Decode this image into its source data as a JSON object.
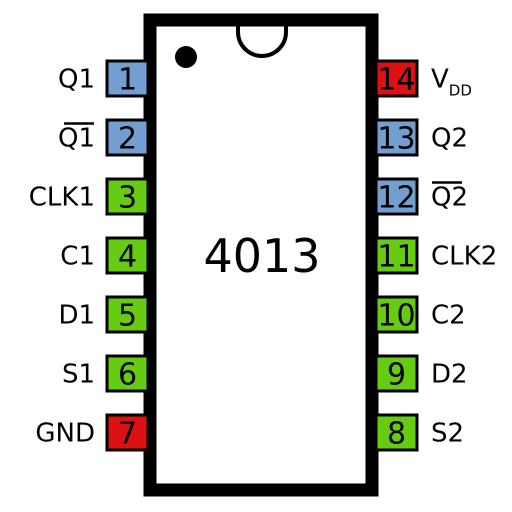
{
  "chip": {
    "part_number": "4013"
  },
  "colors": {
    "supply": "#dd1111",
    "output": "#729fcf",
    "input": "#66cc11",
    "body_fill": "#ffffff",
    "body_stroke": "#000000"
  },
  "pins_left": [
    {
      "number": "1",
      "label": "Q1",
      "overbar": false,
      "kind": "output"
    },
    {
      "number": "2",
      "label": "Q1",
      "overbar": true,
      "kind": "output"
    },
    {
      "number": "3",
      "label": "CLK1",
      "overbar": false,
      "kind": "input"
    },
    {
      "number": "4",
      "label": "C1",
      "overbar": false,
      "kind": "input"
    },
    {
      "number": "5",
      "label": "D1",
      "overbar": false,
      "kind": "input"
    },
    {
      "number": "6",
      "label": "S1",
      "overbar": false,
      "kind": "input"
    },
    {
      "number": "7",
      "label": "GND",
      "overbar": false,
      "kind": "supply"
    }
  ],
  "pins_right": [
    {
      "number": "14",
      "label": "V",
      "sub": "DD",
      "overbar": false,
      "kind": "supply"
    },
    {
      "number": "13",
      "label": "Q2",
      "overbar": false,
      "kind": "output"
    },
    {
      "number": "12",
      "label": "Q2",
      "overbar": true,
      "kind": "output"
    },
    {
      "number": "11",
      "label": "CLK2",
      "overbar": false,
      "kind": "input"
    },
    {
      "number": "10",
      "label": "C2",
      "overbar": false,
      "kind": "input"
    },
    {
      "number": "9",
      "label": "D2",
      "overbar": false,
      "kind": "input"
    },
    {
      "number": "8",
      "label": "S2",
      "overbar": false,
      "kind": "input"
    }
  ]
}
